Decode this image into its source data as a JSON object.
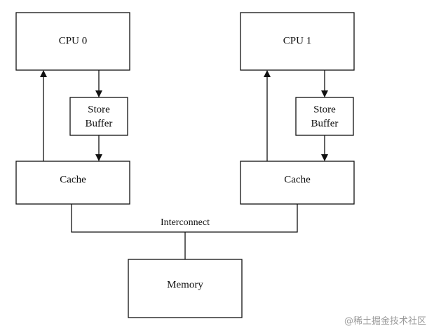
{
  "cpus": [
    {
      "cpu_label": "CPU 0",
      "store_buffer_line1": "Store",
      "store_buffer_line2": "Buffer",
      "cache_label": "Cache"
    },
    {
      "cpu_label": "CPU 1",
      "store_buffer_line1": "Store",
      "store_buffer_line2": "Buffer",
      "cache_label": "Cache"
    }
  ],
  "interconnect_label": "Interconnect",
  "memory_label": "Memory",
  "watermark": "@稀土掘金技术社区",
  "colors": {
    "stroke": "#111111",
    "background": "#ffffff",
    "watermark": "#9a9a9a"
  }
}
